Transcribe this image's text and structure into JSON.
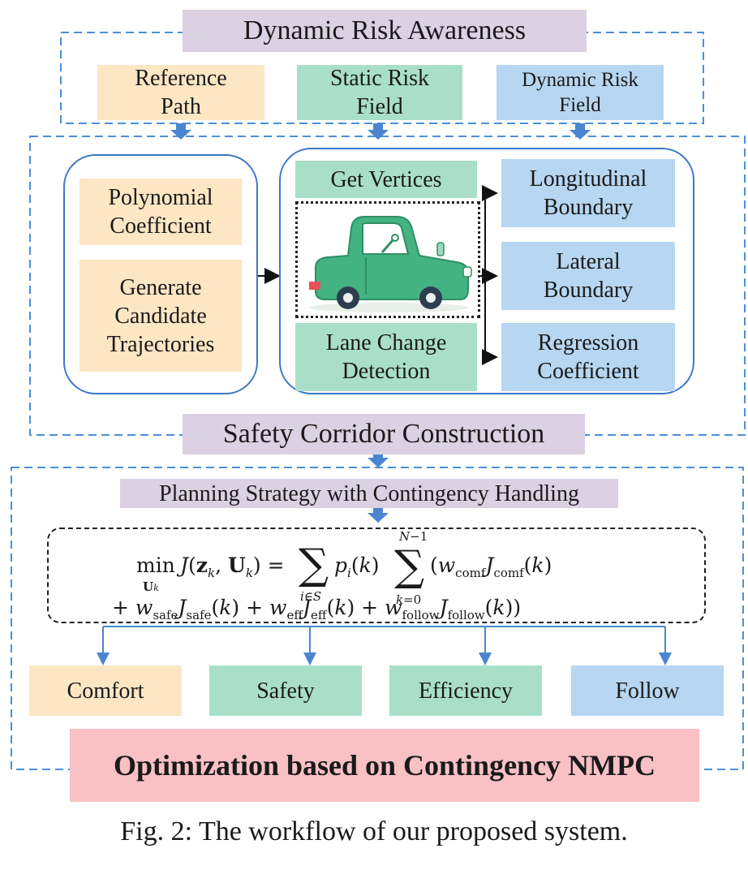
{
  "diagram": {
    "top_header": "Dynamic Risk Awareness",
    "risk_inputs": [
      {
        "label": "Reference\nPath",
        "color": "#fde6c4"
      },
      {
        "label": "Static Risk\nField",
        "color": "#a9dfc9"
      },
      {
        "label": "Dynamic Risk\nField",
        "color": "#b6d6f1"
      }
    ],
    "trajectory_panel": {
      "polynomial": "Polynomial\nCoefficient",
      "candidates": "Generate\nCandidate\nTrajectories"
    },
    "vehicle_panel": {
      "get_vertices": "Get Vertices",
      "lane_change": "Lane Change\nDetection",
      "car_icon": "car-icon"
    },
    "boundary_outputs": [
      {
        "label": "Longitudinal\nBoundary"
      },
      {
        "label": "Lateral\nBoundary"
      },
      {
        "label": "Regression\nCoefficient"
      }
    ],
    "corridor_header": "Safety Corridor Construction",
    "planning_header": "Planning Strategy with Contingency Handling",
    "cost_terms": [
      {
        "label": "Comfort",
        "color": "#fde6c4"
      },
      {
        "label": "Safety",
        "color": "#a9dfc9"
      },
      {
        "label": "Efficiency",
        "color": "#a9dfc9"
      },
      {
        "label": "Follow",
        "color": "#b6d6f1"
      }
    ],
    "optimization_label": "Optimization based on Contingency NMPC",
    "colors": {
      "frame_dash": "#4a90d9",
      "arrow": "#4a86d0",
      "header_fill": "#dcd0e3",
      "optimization_fill": "#f9c1c4"
    }
  },
  "caption": "Fig. 2: The workflow of our proposed system."
}
